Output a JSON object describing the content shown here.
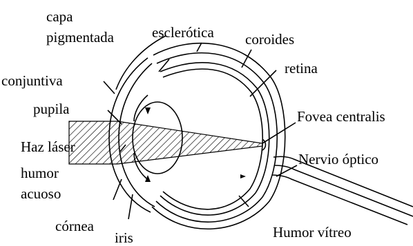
{
  "labels": {
    "capa_pigmentada_1": "capa",
    "capa_pigmentada_2": "pigmentada",
    "esclerotica": "esclerótica",
    "coroides": "coroides",
    "retina": "retina",
    "conjuntiva": "conjuntiva",
    "pupila": "pupila",
    "fovea": "Fovea centralis",
    "haz_laser": "Haz láser",
    "nervio": "Nervio óptico",
    "humor_acuoso_1": "humor",
    "humor_acuoso_2": "acuoso",
    "cornea": "córnea",
    "iris": "iris",
    "humor_vitreo": "Humor vítreo"
  },
  "colors": {
    "line": "#000000",
    "background": "#ffffff"
  }
}
